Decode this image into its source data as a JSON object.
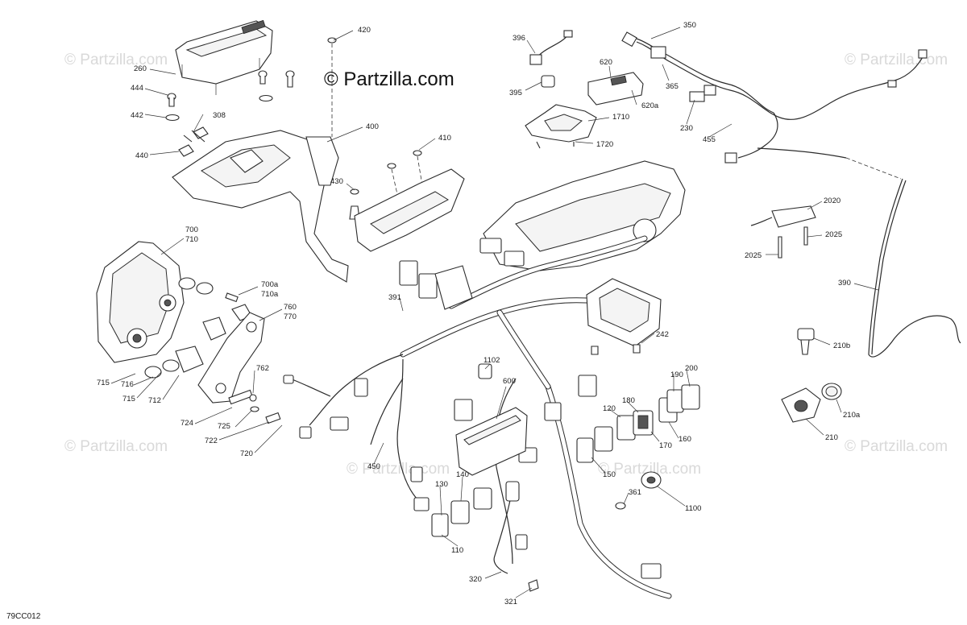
{
  "diagram": {
    "brand_label": "© Partzilla.com",
    "diagram_code": "79CC012",
    "watermark_text": "© Partzilla.com",
    "part_labels": {
      "p260": "260",
      "p444": "444",
      "p442": "442",
      "p308": "308",
      "p440": "440",
      "p420": "420",
      "p400": "400",
      "p410": "410",
      "p430": "430",
      "p396": "396",
      "p395": "395",
      "p620": "620",
      "p620a": "620a",
      "p1710": "1710",
      "p1720": "1720",
      "p350": "350",
      "p365": "365",
      "p230": "230",
      "p455": "455",
      "p2020": "2020",
      "p2025a": "2025",
      "p2025b": "2025",
      "p390": "390",
      "p210b": "210b",
      "p210a": "210a",
      "p210": "210",
      "p700": "700",
      "p710": "710",
      "p700a": "700a",
      "p710a": "710a",
      "p760": "760",
      "p770": "770",
      "p762": "762",
      "p715a": "715",
      "p716": "716",
      "p715b": "715",
      "p712": "712",
      "p724": "724",
      "p725": "725",
      "p722": "722",
      "p720": "720",
      "p391": "391",
      "p1102": "1102",
      "p600": "600",
      "p450": "450",
      "p242": "242",
      "p190": "190",
      "p200": "200",
      "p180": "180",
      "p120": "120",
      "p170": "170",
      "p160": "160",
      "p150": "150",
      "p361": "361",
      "p1100": "1100",
      "p130": "130",
      "p140": "140",
      "p110": "110",
      "p320": "320",
      "p321": "321"
    }
  }
}
